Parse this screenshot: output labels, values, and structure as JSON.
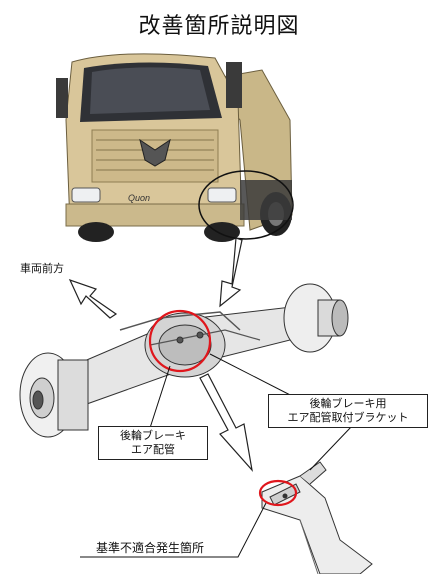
{
  "title": "改善箇所説明図",
  "labels": {
    "vehicle_front": "車両前方",
    "rear_brake_air_pipe_line1": "後輪ブレーキ",
    "rear_brake_air_pipe_line2": "エア配管",
    "bracket_line1": "後輪ブレーキ用",
    "bracket_line2": "エア配管取付ブラケット",
    "nonconforming_location": "基準不適合発生箇所",
    "truck_badge": "Quon"
  },
  "colors": {
    "highlight_circle": "#e0161c",
    "truck_body": "#d9c69a",
    "line": "#111111"
  }
}
